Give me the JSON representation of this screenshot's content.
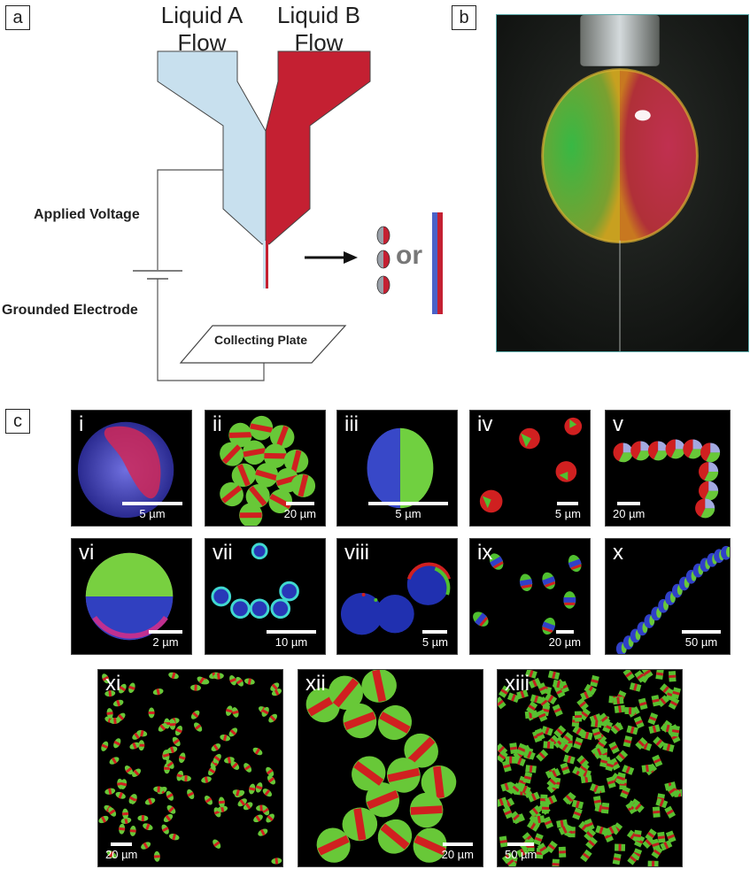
{
  "panel_a": {
    "tag": "a",
    "liquid_a": "Liquid A\nFlow",
    "liquid_b": "Liquid B\nFlow",
    "applied_voltage": "Applied Voltage",
    "grounded_electrode": "Grounded Electrode",
    "collecting_plate": "Collecting Plate",
    "or": "or",
    "colors": {
      "liquid_a": "#c8e0ee",
      "liquid_b": "#c42032",
      "fiber_blue": "#4a62c8"
    }
  },
  "panel_b": {
    "tag": "b"
  },
  "panel_c": {
    "tag": "c",
    "images": [
      {
        "label": "i",
        "scale": "5 µm"
      },
      {
        "label": "ii",
        "scale": "20 µm"
      },
      {
        "label": "iii",
        "scale": "5 µm"
      },
      {
        "label": "iv",
        "scale": "5 µm"
      },
      {
        "label": "v",
        "scale": "20 µm"
      },
      {
        "label": "vi",
        "scale": "2 µm"
      },
      {
        "label": "vii",
        "scale": "10 µm"
      },
      {
        "label": "viii",
        "scale": "5 µm"
      },
      {
        "label": "ix",
        "scale": "20 µm"
      },
      {
        "label": "x",
        "scale": "50 µm"
      },
      {
        "label": "xi",
        "scale": "20 µm"
      },
      {
        "label": "xii",
        "scale": "20 µm"
      },
      {
        "label": "xiii",
        "scale": "50 µm"
      }
    ]
  }
}
